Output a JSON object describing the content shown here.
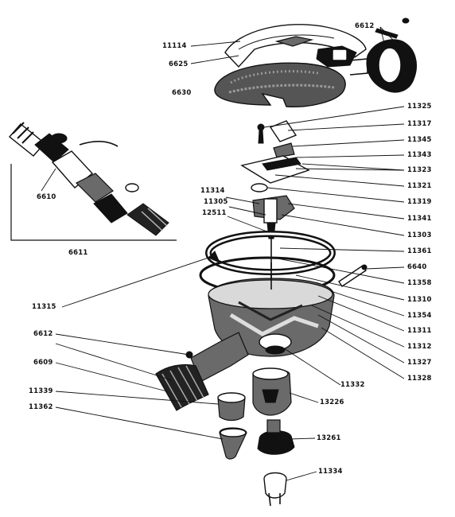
{
  "labels": [
    {
      "id": "11114",
      "text": "11114"
    },
    {
      "id": "6625",
      "text": "6625"
    },
    {
      "id": "6630",
      "text": "6630"
    },
    {
      "id": "6612a",
      "text": "6612"
    },
    {
      "id": "11325",
      "text": "11325"
    },
    {
      "id": "11317",
      "text": "11317"
    },
    {
      "id": "11345",
      "text": "11345"
    },
    {
      "id": "11343",
      "text": "11343"
    },
    {
      "id": "11323",
      "text": "11323"
    },
    {
      "id": "11321",
      "text": "11321"
    },
    {
      "id": "11319",
      "text": "11319"
    },
    {
      "id": "11341",
      "text": "11341"
    },
    {
      "id": "11303",
      "text": "11303"
    },
    {
      "id": "11361",
      "text": "11361"
    },
    {
      "id": "6640",
      "text": "6640"
    },
    {
      "id": "11358",
      "text": "11358"
    },
    {
      "id": "11310",
      "text": "11310"
    },
    {
      "id": "11354",
      "text": "11354"
    },
    {
      "id": "11311",
      "text": "11311"
    },
    {
      "id": "11312",
      "text": "11312"
    },
    {
      "id": "11327",
      "text": "11327"
    },
    {
      "id": "11328",
      "text": "11328"
    },
    {
      "id": "11332",
      "text": "11332"
    },
    {
      "id": "13226",
      "text": "13226"
    },
    {
      "id": "13261",
      "text": "13261"
    },
    {
      "id": "11334",
      "text": "11334"
    },
    {
      "id": "11314",
      "text": "11314"
    },
    {
      "id": "11305",
      "text": "11305"
    },
    {
      "id": "12511",
      "text": "12511"
    },
    {
      "id": "11315",
      "text": "11315"
    },
    {
      "id": "6610",
      "text": "6610"
    },
    {
      "id": "6611",
      "text": "6611"
    },
    {
      "id": "6612b",
      "text": "6612"
    },
    {
      "id": "6609",
      "text": "6609"
    },
    {
      "id": "11339",
      "text": "11339"
    },
    {
      "id": "11362",
      "text": "11362"
    }
  ]
}
